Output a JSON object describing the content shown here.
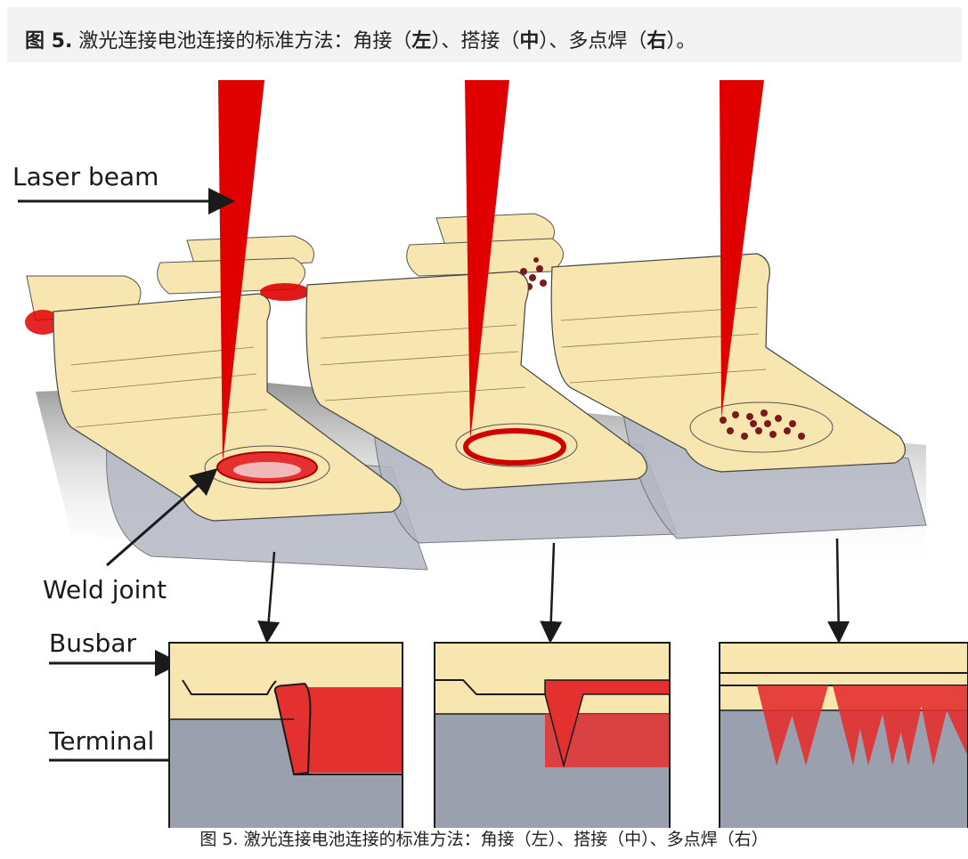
{
  "header": {
    "figure_label": "图 5.",
    "text_1": " 激光连接电池连接的标准方法：角接（",
    "left": "左",
    "text_2": "）、搭接（",
    "middle": "中",
    "text_3": "）、多点焊（",
    "right": "右",
    "text_4": "）。"
  },
  "diagram": {
    "labels": {
      "laser_beam": "Laser beam",
      "weld_joint": "Weld joint",
      "busbar": "Busbar",
      "terminal": "Terminal"
    },
    "colors": {
      "laser": "#e00000",
      "busbar": "#f7e6b0",
      "terminal": "#9aa0ae",
      "weld": "#e53030",
      "outline": "#1a1a1a"
    }
  },
  "caption": "图 5. 激光连接电池连接的标准方法：角接（左）、搭接（中）、多点焊（右）"
}
